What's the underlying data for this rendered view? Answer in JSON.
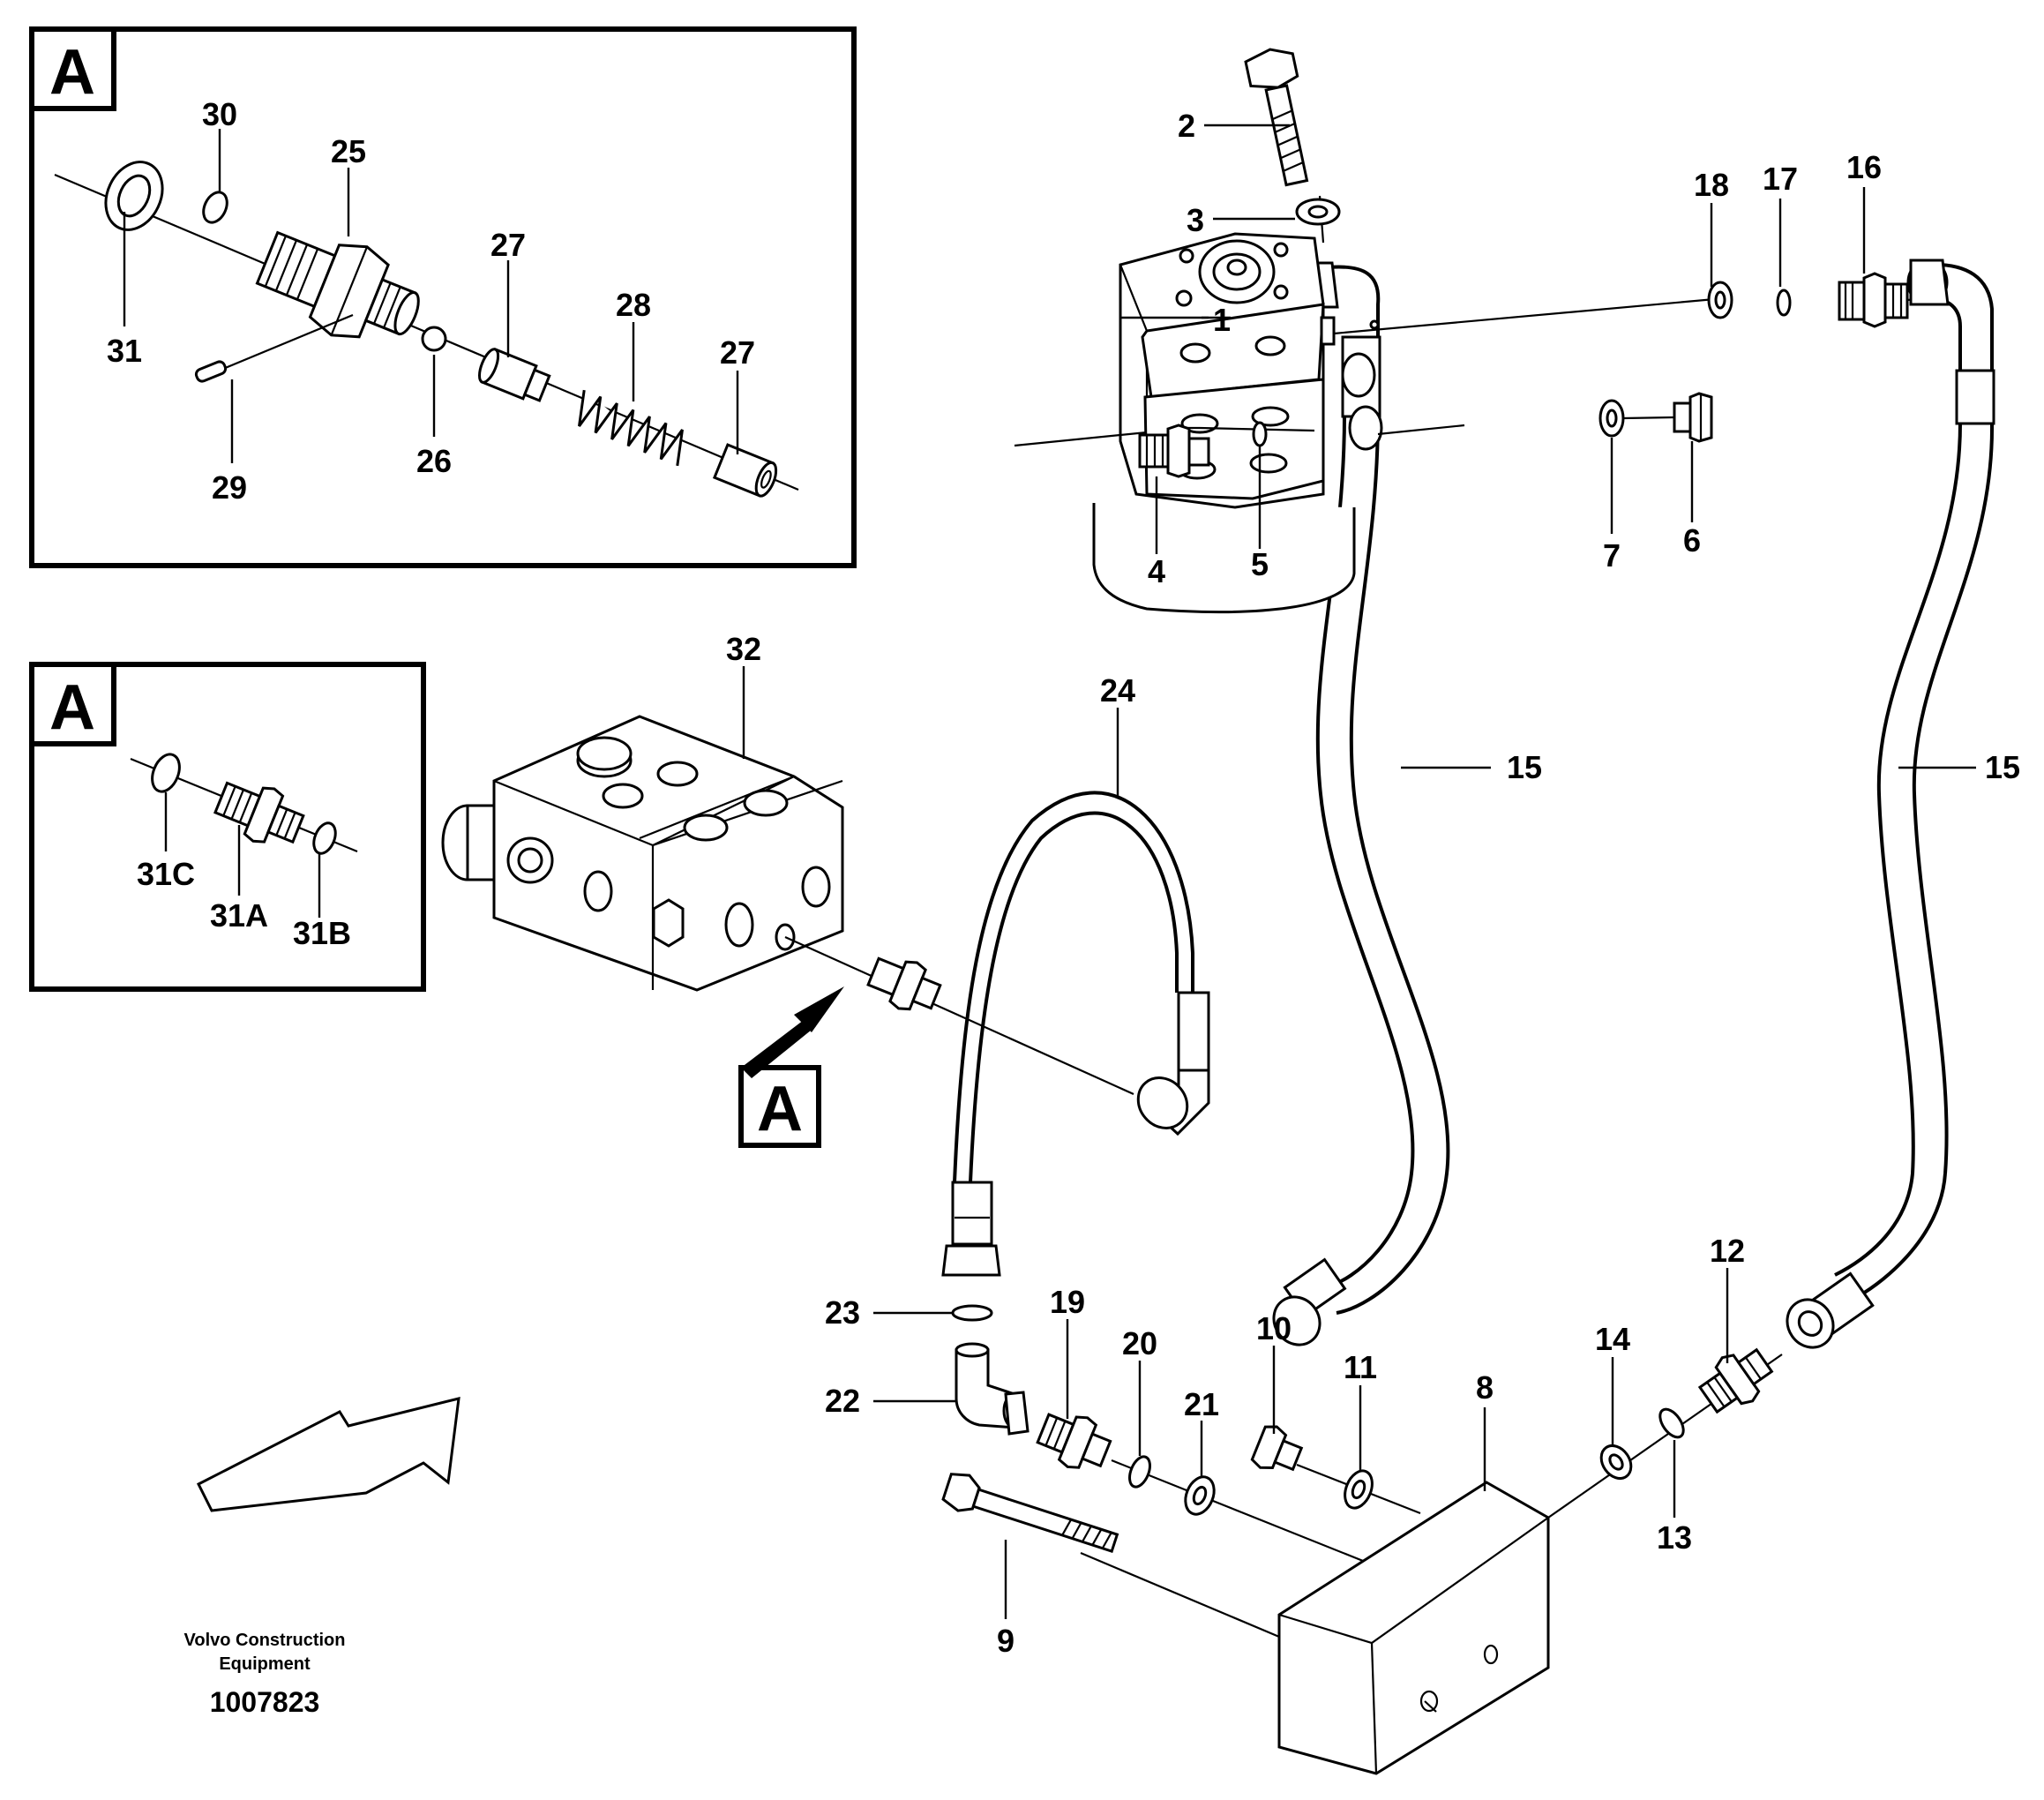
{
  "inset_label": "A",
  "callout_label": "A",
  "publisher_line1": "Volvo Construction",
  "publisher_line2": "Equipment",
  "drawing_number": "1007823",
  "callouts": {
    "c1": "1",
    "c2": "2",
    "c3": "3",
    "c4": "4",
    "c5": "5",
    "c6": "6",
    "c7": "7",
    "c8": "8",
    "c9": "9",
    "c10": "10",
    "c11": "11",
    "c12": "12",
    "c13": "13",
    "c14": "14",
    "c15": "15",
    "c16": "16",
    "c17": "17",
    "c18": "18",
    "c19": "19",
    "c20": "20",
    "c21": "21",
    "c22": "22",
    "c23": "23",
    "c24": "24",
    "c25": "25",
    "c26": "26",
    "c27a": "27",
    "c27b": "27",
    "c28": "28",
    "c29": "29",
    "c30": "30",
    "c31": "31",
    "c31A": "31A",
    "c31B": "31B",
    "c31C": "31C",
    "c32": "32"
  }
}
